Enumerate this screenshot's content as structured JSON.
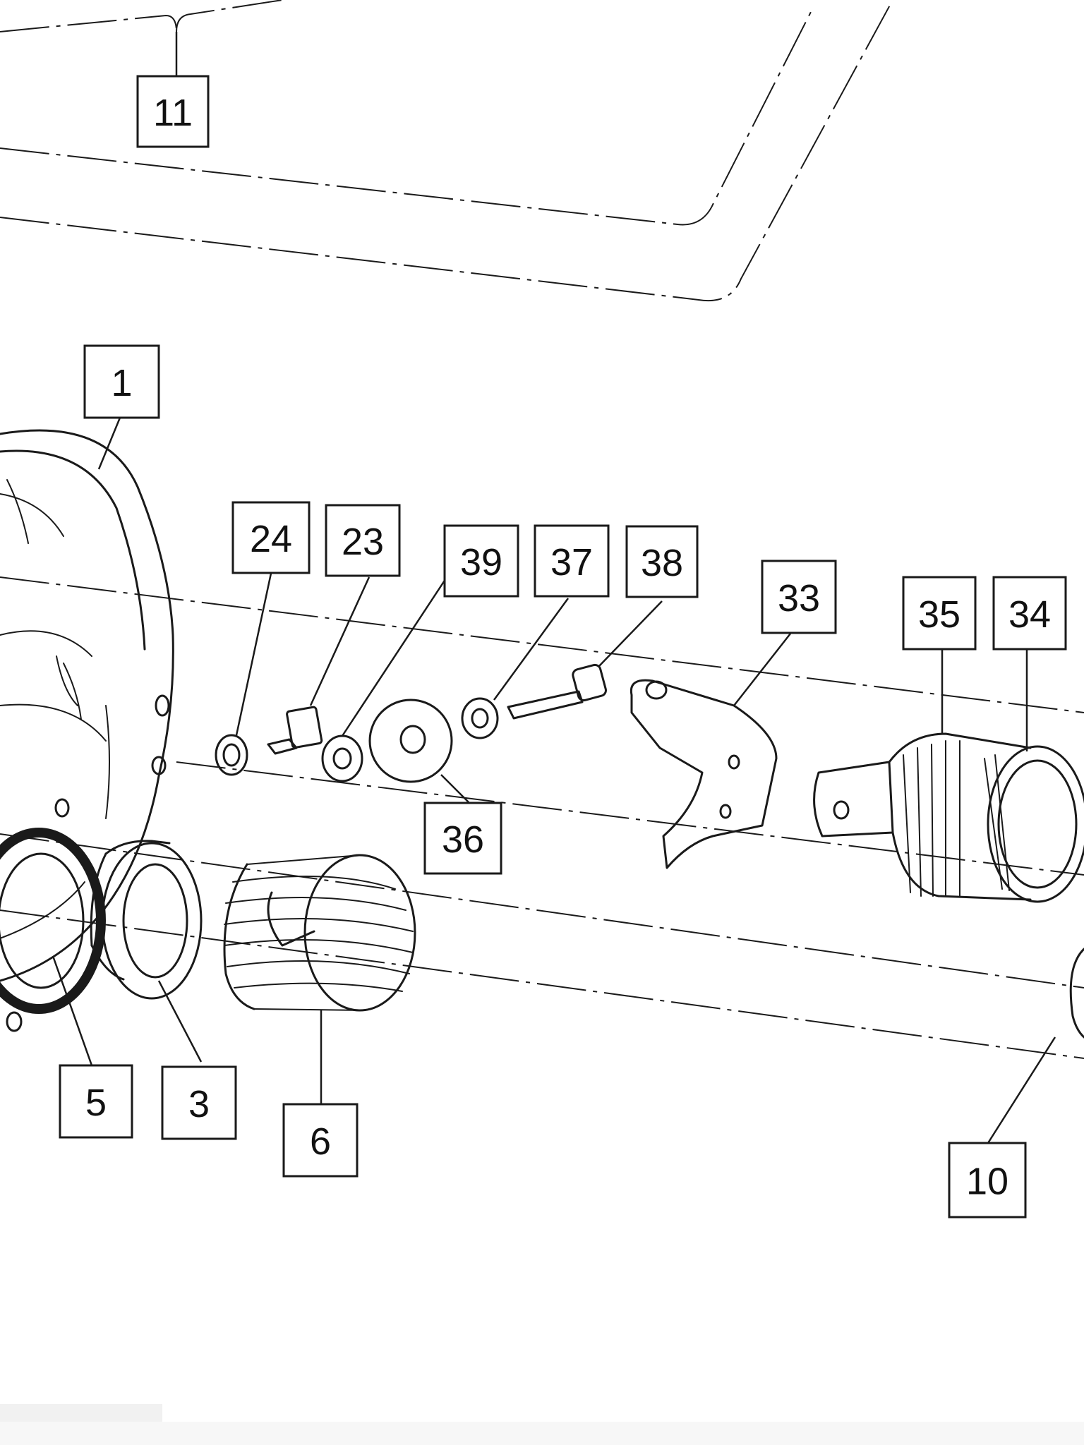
{
  "callouts": [
    {
      "id": "c11",
      "label": "11"
    },
    {
      "id": "c1",
      "label": "1"
    },
    {
      "id": "c24",
      "label": "24"
    },
    {
      "id": "c23",
      "label": "23"
    },
    {
      "id": "c39",
      "label": "39"
    },
    {
      "id": "c37",
      "label": "37"
    },
    {
      "id": "c38",
      "label": "38"
    },
    {
      "id": "c33",
      "label": "33"
    },
    {
      "id": "c35",
      "label": "35"
    },
    {
      "id": "c34",
      "label": "34"
    },
    {
      "id": "c36",
      "label": "36"
    },
    {
      "id": "c5",
      "label": "5"
    },
    {
      "id": "c3",
      "label": "3"
    },
    {
      "id": "c6",
      "label": "6"
    },
    {
      "id": "c10",
      "label": "10"
    }
  ]
}
